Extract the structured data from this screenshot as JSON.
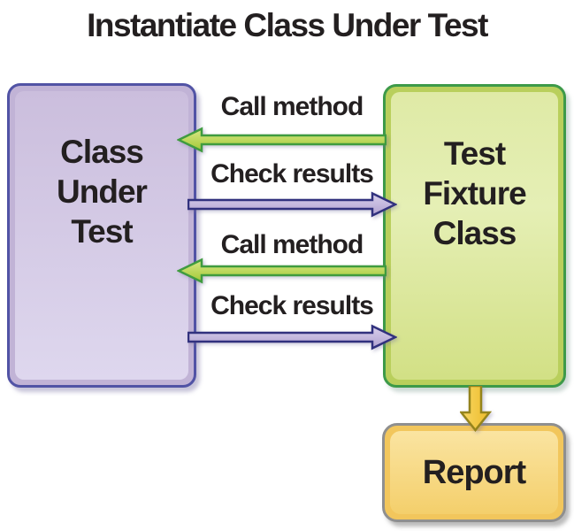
{
  "title": "Instantiate Class Under Test",
  "boxes": {
    "class_under_test": {
      "label": "Class\nUnder\nTest"
    },
    "test_fixture_class": {
      "label": "Test\nFixture\nClass"
    },
    "report": {
      "label": "Report"
    }
  },
  "arrows": [
    {
      "label": "Call method",
      "direction": "left",
      "color_name": "green"
    },
    {
      "label": "Check results",
      "direction": "right",
      "color_name": "purple"
    },
    {
      "label": "Call method",
      "direction": "left",
      "color_name": "green"
    },
    {
      "label": "Check results",
      "direction": "right",
      "color_name": "purple"
    },
    {
      "label": "",
      "direction": "down",
      "color_name": "yellow"
    }
  ],
  "colors": {
    "title_text": "#231f20",
    "label_text": "#231f20",
    "purple_box_border": "#5153a5",
    "purple_box_band": "#c1b3d6",
    "purple_box_fill_top": "#cbbedd",
    "purple_box_fill_bottom": "#ded7ee",
    "green_box_border": "#3d9a49",
    "green_box_band": "#b9cf5c",
    "green_box_fill_top": "#dfeaa6",
    "green_box_fill_bottom": "#d2e085",
    "report_box_border": "#8f8f8f",
    "report_box_band": "#f2c65c",
    "report_box_fill_top": "#fae4a1",
    "report_box_fill_bottom": "#f4cf6b",
    "green_arrow_stroke": "#3f9b3f",
    "green_arrow_fill": "#b8d44e",
    "purple_arrow_stroke": "#31317e",
    "purple_arrow_fill": "#c7badf",
    "yellow_arrow_stroke": "#95841c",
    "yellow_arrow_fill": "#f6c93a"
  }
}
